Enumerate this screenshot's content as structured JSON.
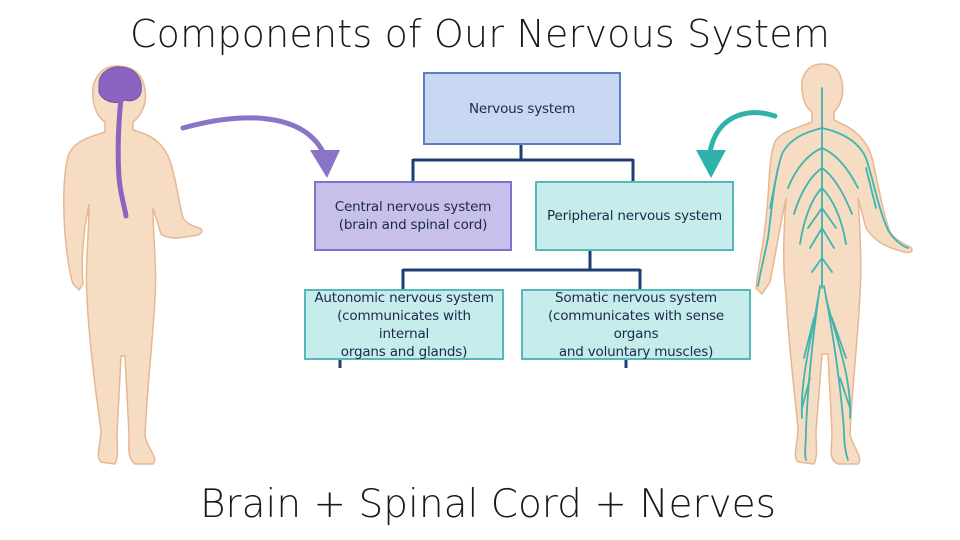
{
  "slide": {
    "title": "Components of Our Nervous System",
    "caption": "Brain + Spinal Cord + Nerves"
  },
  "diagram": {
    "root": {
      "label": "Nervous system"
    },
    "central": {
      "label": "Central nervous system\n(brain and spinal cord)"
    },
    "peripheral": {
      "label": "Peripheral nervous system"
    },
    "autonomic": {
      "label": "Autonomic nervous system\n(communicates with internal\norgans and glands)"
    },
    "somatic": {
      "label": "Somatic nervous system\n(communicates with sense organs\nand voluntary muscles)"
    }
  },
  "colors": {
    "root_fill": "#c9d8f2",
    "root_border": "#5b7fc2",
    "central_fill": "#c7c0ea",
    "central_border": "#7f74c9",
    "peripheral_fill": "#c6ecec",
    "peripheral_border": "#56b8bd",
    "connector": "#1f3c73",
    "skin": "#f7dcc4",
    "skin_outline": "#e6b793",
    "brain": "#8a64c0",
    "nerve": "#3fb5ae",
    "arrow_left": "#8a74c7",
    "arrow_right": "#2fb2a9"
  },
  "icons": {
    "left_figure": "human-body-brain-spinal-cord",
    "right_figure": "human-body-nerves",
    "left_arrow": "curved-arrow-down-right",
    "right_arrow": "curved-arrow-down-left"
  }
}
